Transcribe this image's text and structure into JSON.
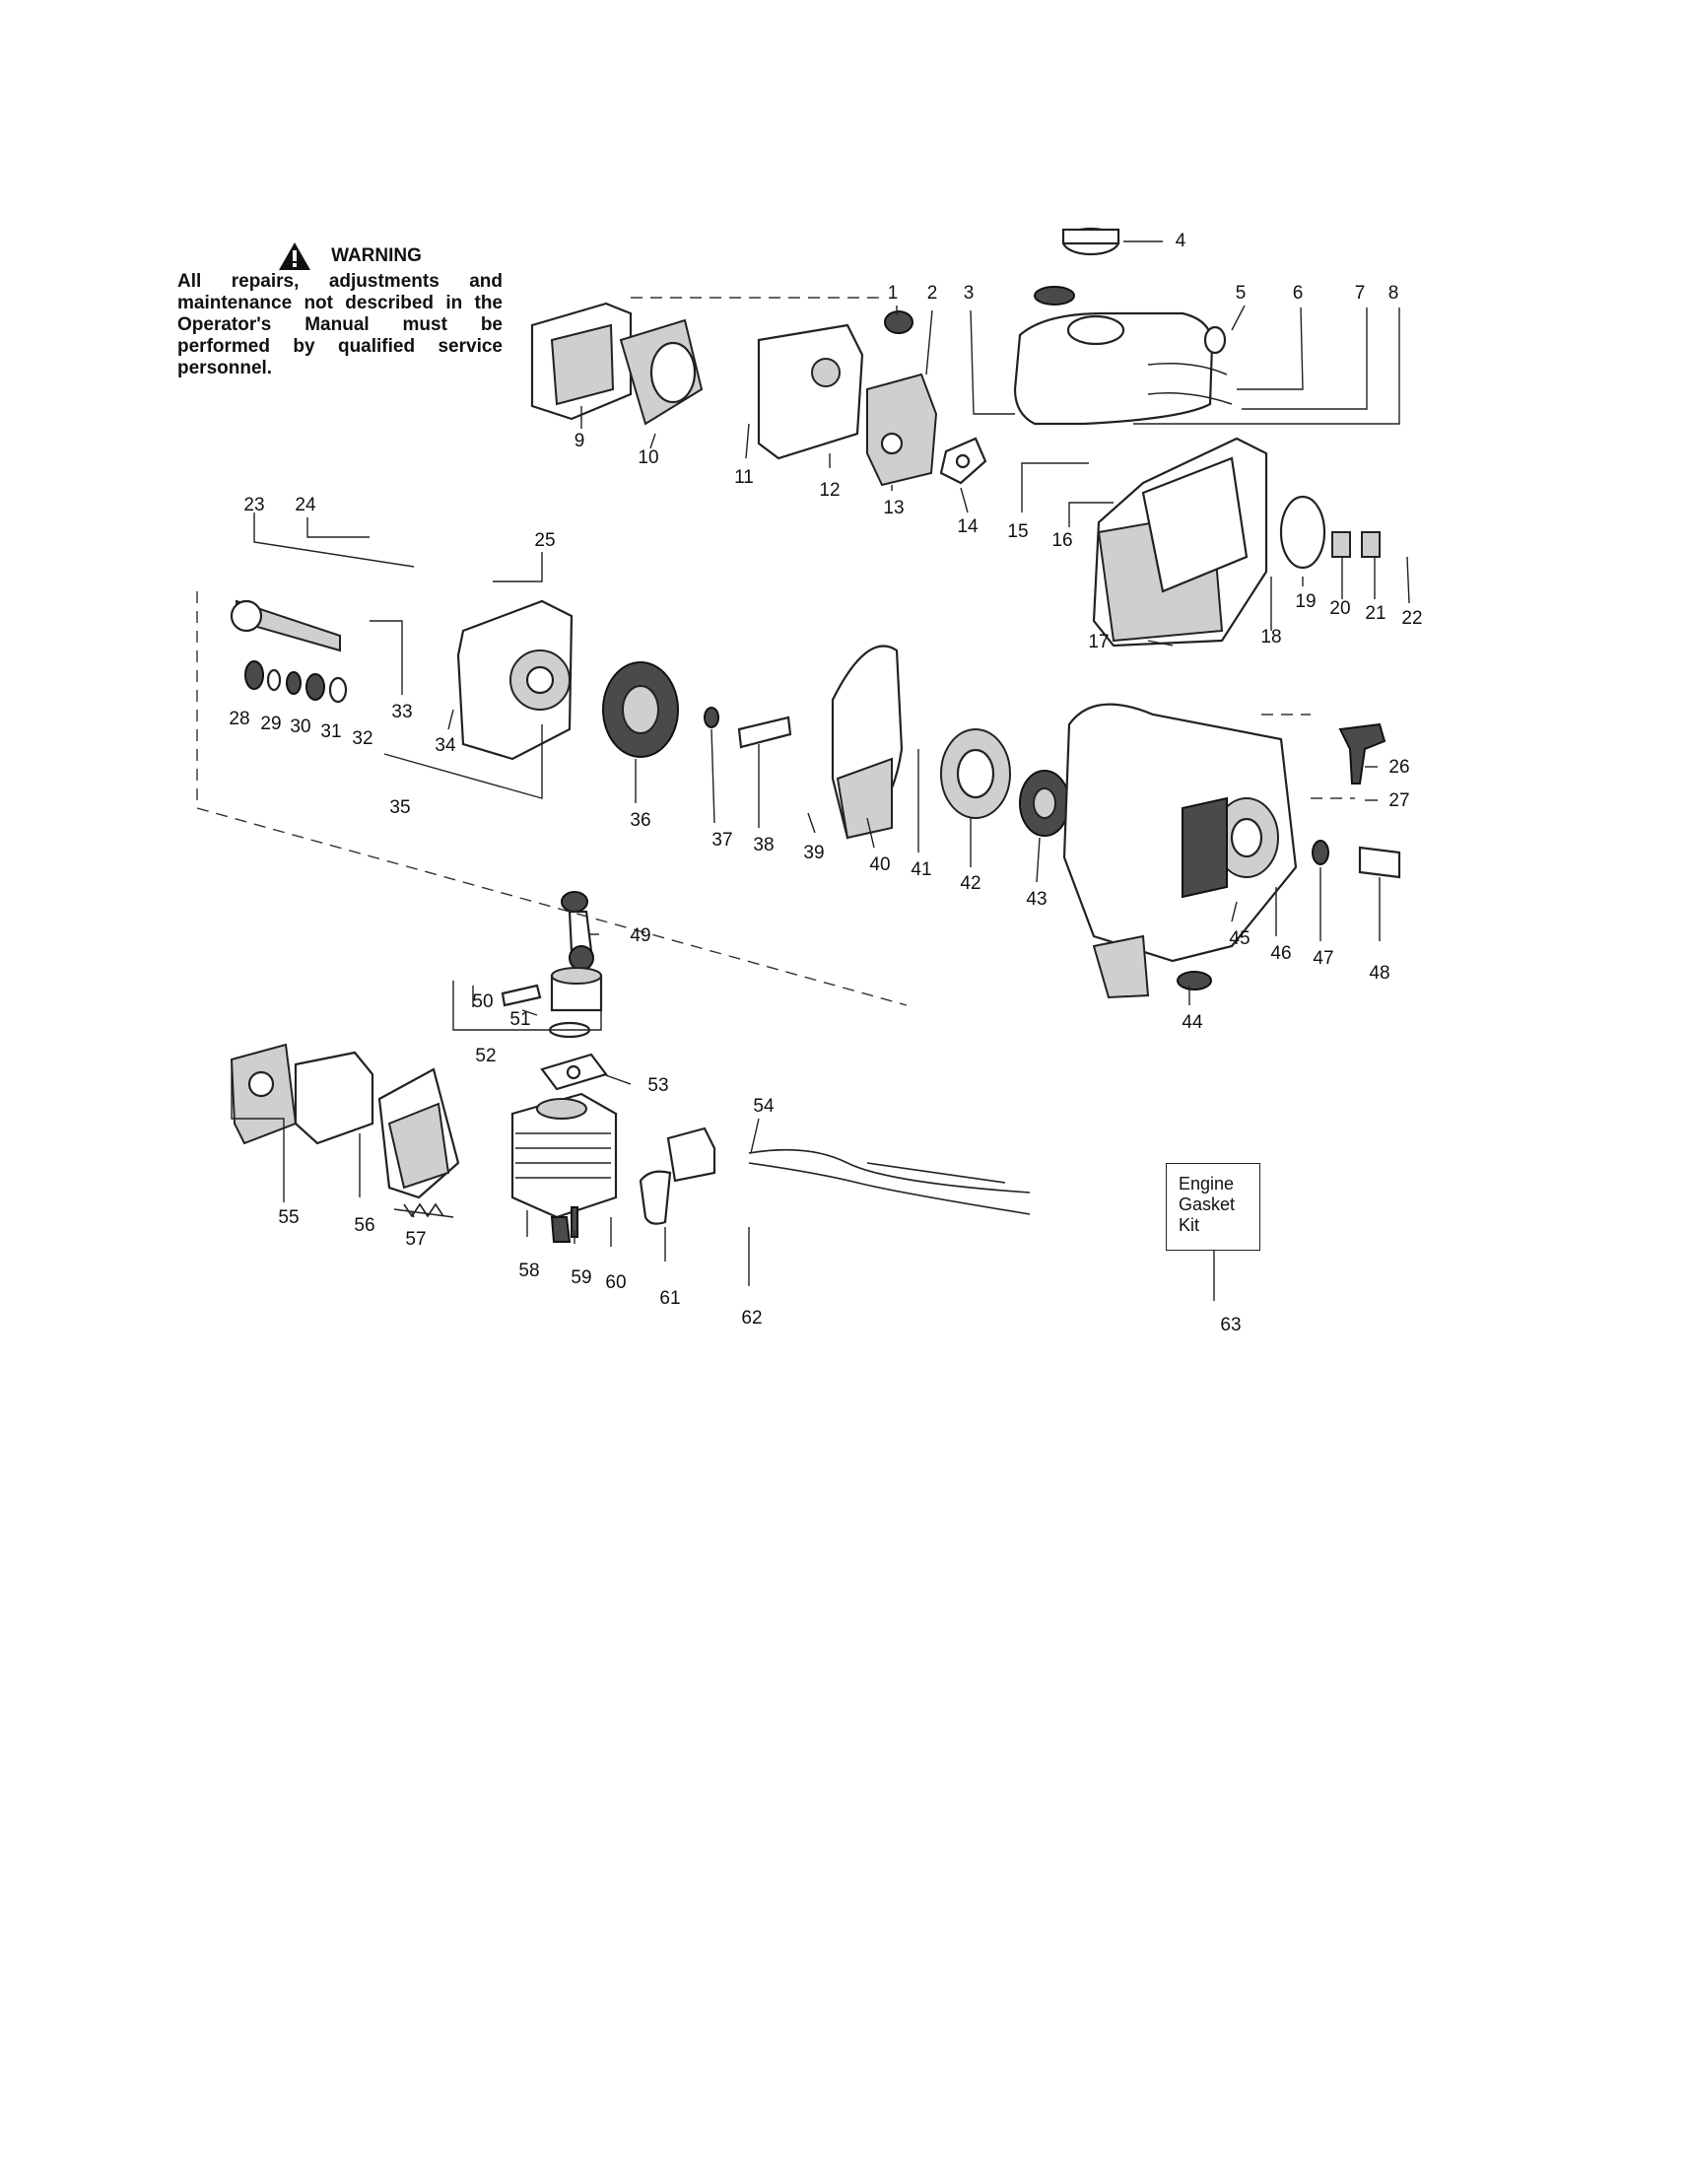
{
  "warning": {
    "title": "WARNING",
    "text": "All repairs, adjustments and maintenance not described in the Operator's Manual must be performed by qualified service personnel."
  },
  "icons": {
    "warning": "warning-triangle-icon"
  },
  "kit_box": {
    "lines": [
      "Engine",
      "Gasket",
      "Kit"
    ]
  },
  "callouts": [
    "1",
    "2",
    "3",
    "4",
    "5",
    "6",
    "7",
    "8",
    "9",
    "10",
    "11",
    "12",
    "13",
    "14",
    "15",
    "16",
    "17",
    "18",
    "19",
    "20",
    "21",
    "22",
    "23",
    "24",
    "25",
    "26",
    "27",
    "28",
    "29",
    "30",
    "31",
    "32",
    "33",
    "34",
    "35",
    "36",
    "37",
    "38",
    "39",
    "40",
    "41",
    "42",
    "43",
    "44",
    "45",
    "46",
    "47",
    "48",
    "49",
    "50",
    "51",
    "52",
    "53",
    "54",
    "55",
    "56",
    "57",
    "58",
    "59",
    "60",
    "61",
    "62",
    "63"
  ]
}
